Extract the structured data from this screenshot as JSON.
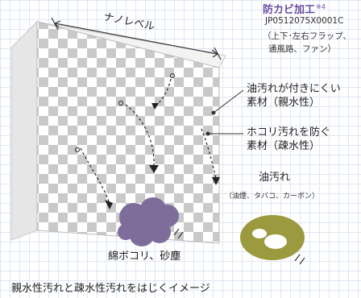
{
  "title": {
    "main": "防カビ加工",
    "note": "※4"
  },
  "spec_code": "JP0512075X0001C",
  "spec_lines": [
    "（上下･左右フラップ、",
    "通風路、ファン）"
  ],
  "scale_label": "ナノレベル",
  "hydrophilic_label": [
    "油汚れが付きにくい",
    "素材（親水性）"
  ],
  "hydrophobic_label": [
    "ホコリ汚れを防ぐ",
    "素材（疎水性）"
  ],
  "oil_label": "油汚れ",
  "oil_sub": "（油煙、タバコ、カーボン）",
  "dust_label": "綿ボコリ、砂塵",
  "caption": "親水性汚れと疎水性汚れをはじくイメージ",
  "colors": {
    "accent": "#6a4aa0",
    "dust": "#7e6d9a",
    "oil": "#9c9a3e",
    "checker": "#c8c8c8"
  }
}
